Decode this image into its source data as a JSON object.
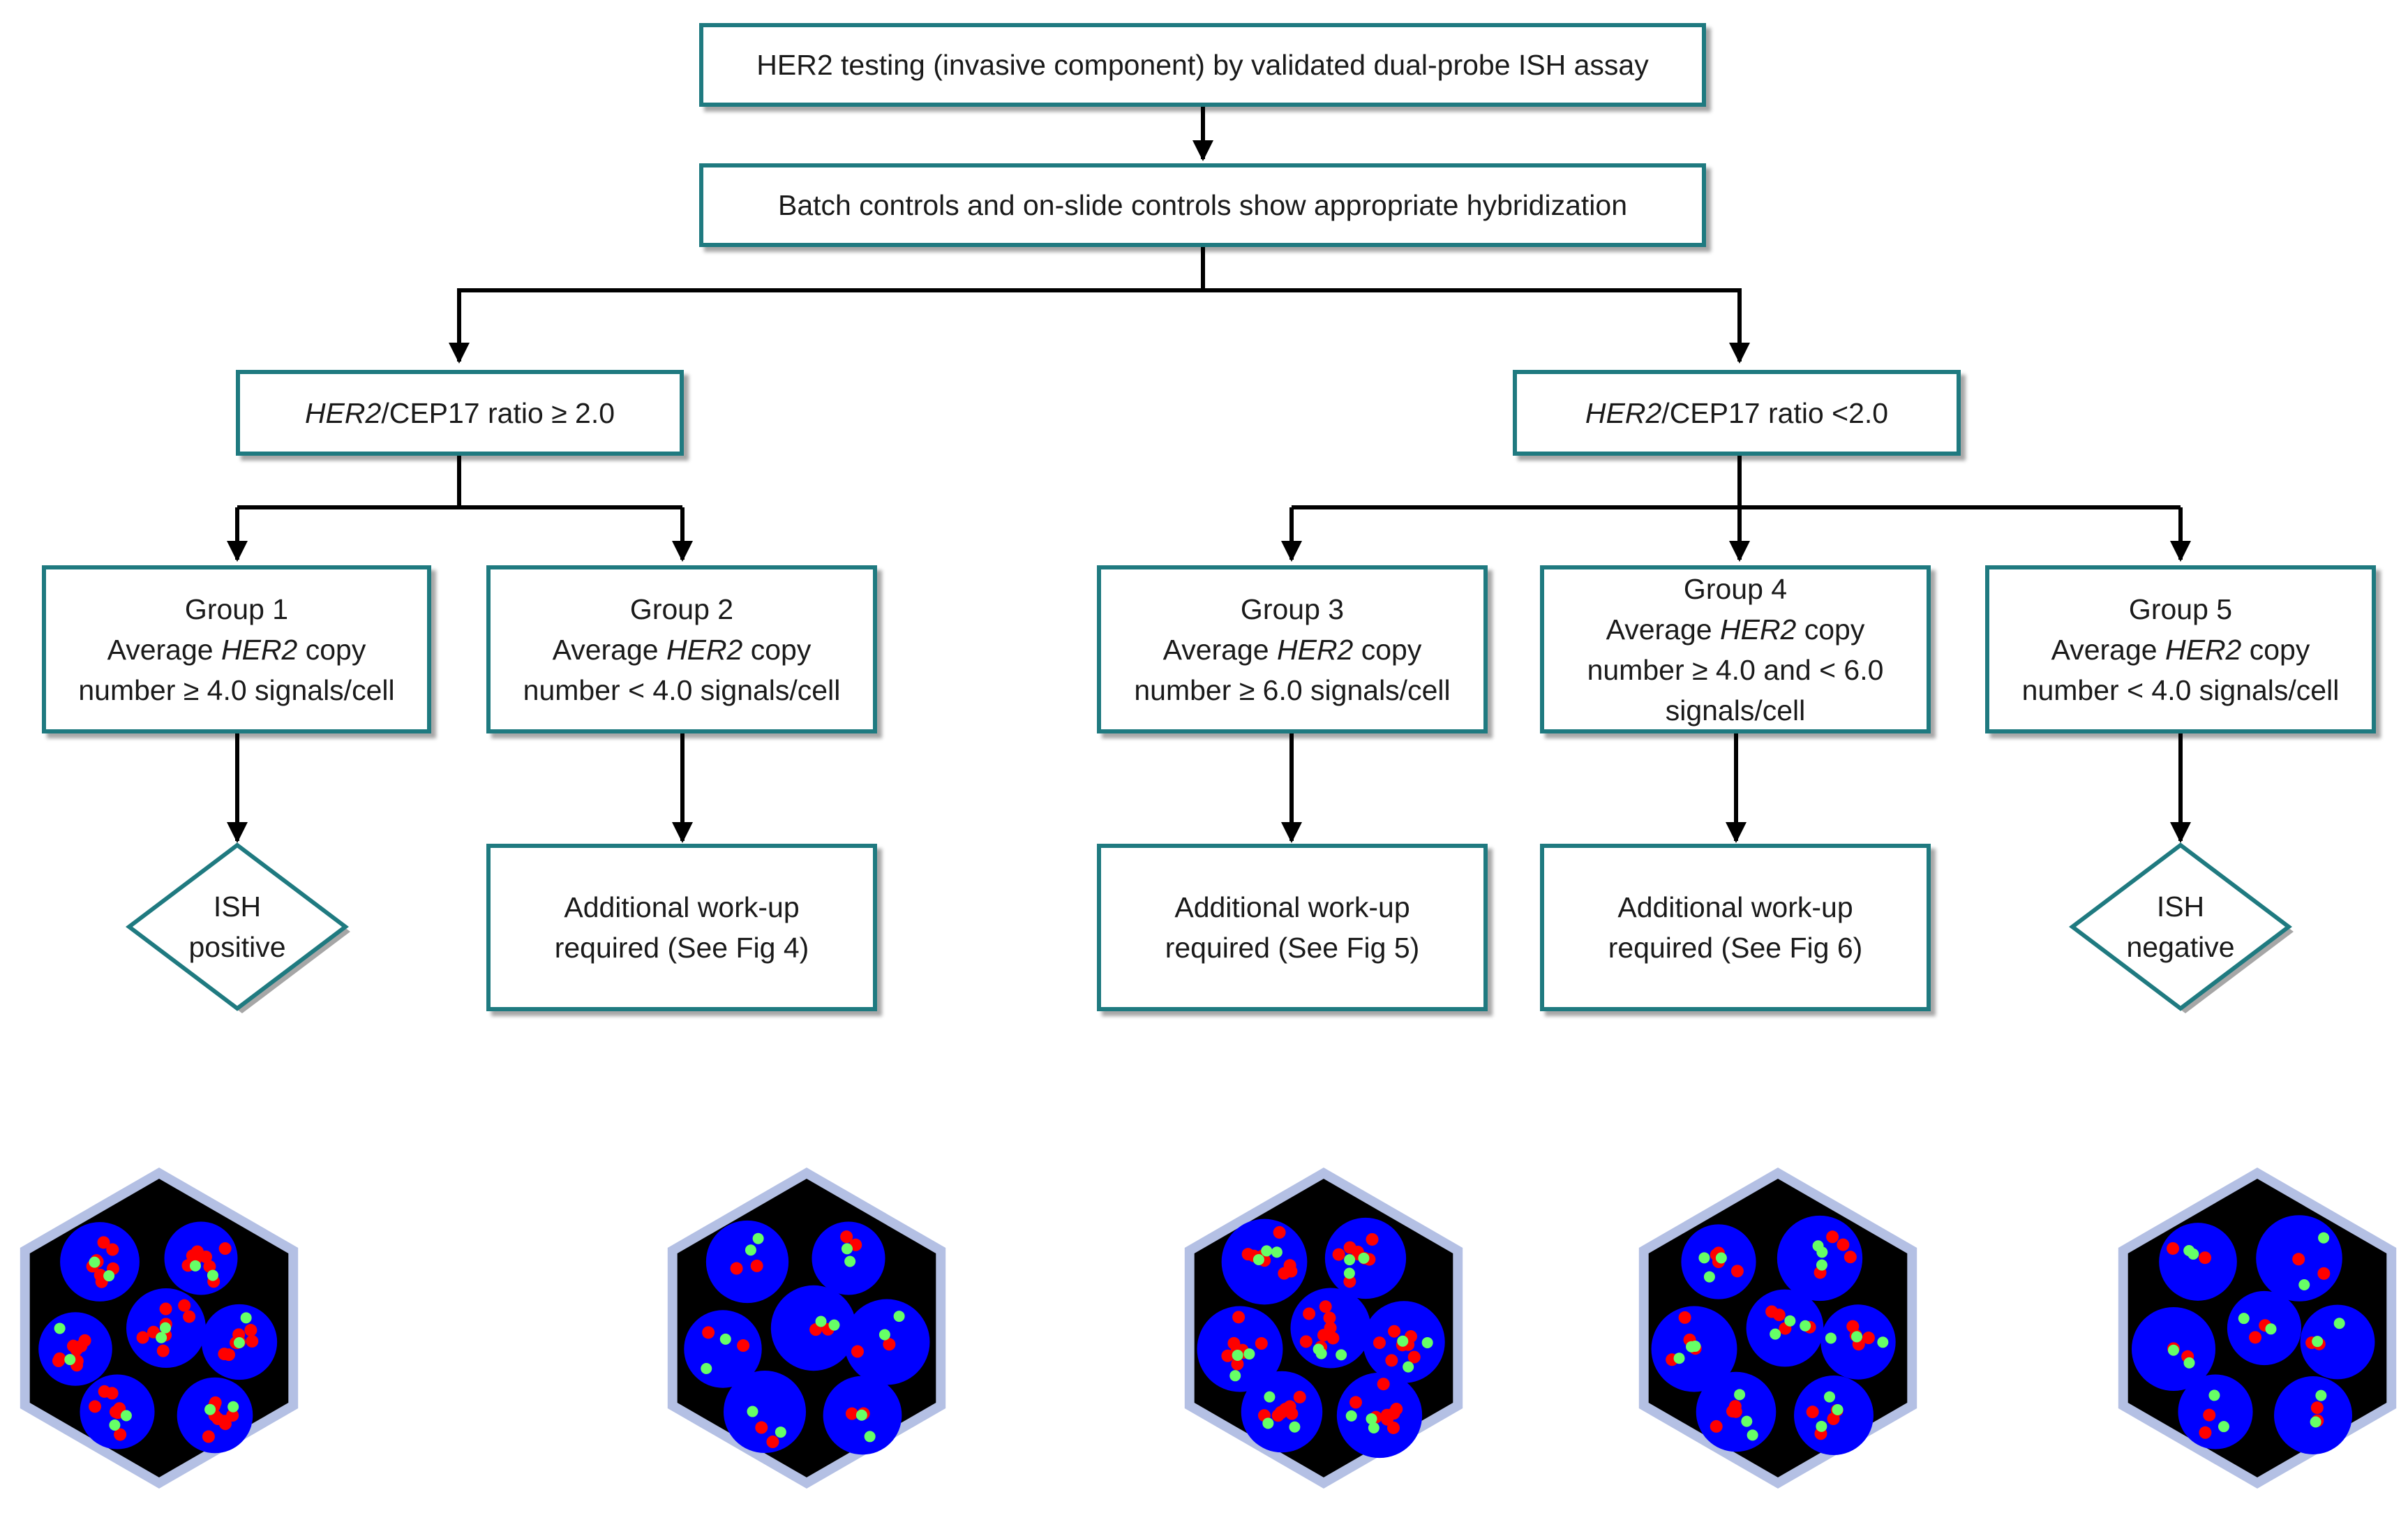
{
  "flow": {
    "top": "HER2 testing (invasive component) by validated dual-probe ISH assay",
    "controls": "Batch controls and on-slide controls show appropriate hybridization",
    "ratio_high": {
      "gene": "HER2",
      "rest": "/CEP17 ratio ≥ 2.0"
    },
    "ratio_low": {
      "gene": "HER2",
      "rest": "/CEP17 ratio <2.0"
    },
    "groups": [
      {
        "title": "Group 1",
        "pre": "Average ",
        "gene": "HER2",
        "post": " copy",
        "line3": "number ≥ 4.0 signals/cell",
        "line4": ""
      },
      {
        "title": "Group 2",
        "pre": "Average ",
        "gene": "HER2",
        "post": " copy",
        "line3": "number < 4.0 signals/cell",
        "line4": ""
      },
      {
        "title": "Group 3",
        "pre": "Average ",
        "gene": "HER2",
        "post": " copy",
        "line3": "number ≥ 6.0 signals/cell",
        "line4": ""
      },
      {
        "title": "Group 4",
        "pre": "Average ",
        "gene": "HER2",
        "post": " copy",
        "line3": "number ≥ 4.0 and < 6.0",
        "line4": "signals/cell"
      },
      {
        "title": "Group 5",
        "pre": "Average ",
        "gene": "HER2",
        "post": " copy",
        "line3": "number < 4.0 signals/cell",
        "line4": ""
      }
    ],
    "outcomes": [
      {
        "line1": "ISH",
        "line2": "positive"
      },
      {
        "line1": "Additional work-up",
        "line2": "required (See Fig 4)"
      },
      {
        "line1": "Additional work-up",
        "line2": "required (See Fig 5)"
      },
      {
        "line1": "Additional work-up",
        "line2": "required (See Fig 6)"
      },
      {
        "line1": "ISH",
        "line2": "negative"
      }
    ]
  },
  "colors": {
    "box_border": "#1f7a80",
    "arrow": "#000000",
    "hex_frame": "#b4c0e4",
    "hex_fill": "#000000",
    "nucleus": "#0000ff",
    "her2_signal": "#ff0000",
    "cep17_signal": "#66ff66"
  },
  "illustrations": [
    {
      "name": "group-1-nuclei",
      "her2_per_cell": "many",
      "cep17_per_cell": "few"
    },
    {
      "name": "group-2-nuclei",
      "her2_per_cell": "few",
      "cep17_per_cell": "few"
    },
    {
      "name": "group-3-nuclei",
      "her2_per_cell": "many",
      "cep17_per_cell": "several"
    },
    {
      "name": "group-4-nuclei",
      "her2_per_cell": "moderate",
      "cep17_per_cell": "several"
    },
    {
      "name": "group-5-nuclei",
      "her2_per_cell": "few",
      "cep17_per_cell": "few"
    }
  ]
}
